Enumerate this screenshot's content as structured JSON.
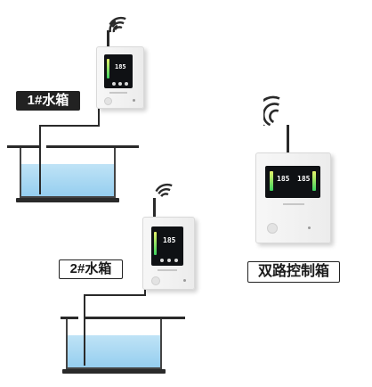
{
  "labels": {
    "tank1": "1#水箱",
    "tank2": "2#水箱",
    "dual_box": "双路控制箱"
  },
  "devices": {
    "single_readout": "185",
    "dual_readout_left": "185",
    "dual_readout_right": "185"
  },
  "colors": {
    "water": "#a9d8f2",
    "indicator": "#3bd35e",
    "frame": "#2a2a2a"
  },
  "icons": [
    "wifi-icon",
    "antenna-icon",
    "vent-icon"
  ]
}
